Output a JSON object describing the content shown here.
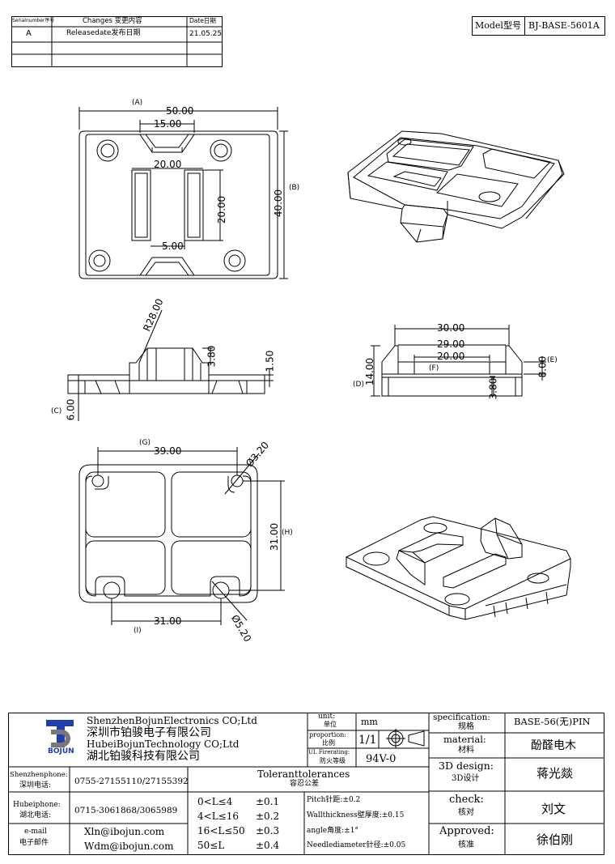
{
  "revision_table": {
    "headers": [
      "Serialnumber序号",
      "Changes 变更内容",
      "Date日期"
    ],
    "rows": [
      [
        "A",
        "Releasedate发布日期",
        "21.05.25"
      ],
      [
        "",
        "",
        ""
      ],
      [
        "",
        "",
        ""
      ]
    ]
  },
  "model": {
    "label": "Model型号",
    "value": "BJ-BASE-5601A"
  },
  "dimensions": {
    "top": {
      "A": "(A)",
      "d50": "50.00",
      "d15": "15.00",
      "d20h": "20.00",
      "d20v": "20.00",
      "d5": "5.00",
      "d40": "40.00",
      "B": "(B)"
    },
    "side": {
      "r28": "R28.00",
      "d380": "3.80",
      "d150": "1.50",
      "d600": "6.00",
      "C": "(C)"
    },
    "end": {
      "d30": "30.00",
      "d29": "29.00",
      "d20": "20.00",
      "F": "(F)",
      "d14": "14.00",
      "D": "(D)",
      "d8": "8.00",
      "E": "(E)",
      "d380": "3.80"
    },
    "bottom": {
      "G": "(G)",
      "d39": "39.00",
      "d320": "Ø3.20",
      "d31v": "31.00",
      "H": "(H)",
      "d31h": "31.00",
      "I": "(I)",
      "d520": "Ø5.20"
    }
  },
  "title_block": {
    "company_en1": "ShenzhenBojunElectronics CO;Ltd",
    "company_cn1": "深圳市铂骏电子有限公司",
    "company_en2": "HubeiBojunTechnology CO;Ltd",
    "company_cn2": "湖北铂骏科技有限公司",
    "logo_text": "BOJUN",
    "unit_label": "unit:",
    "unit_cn": "单位",
    "unit_value": "mm",
    "proportion_label": "proportion:",
    "proportion_cn": "比例",
    "proportion_value": "1/1",
    "ul_label": "UL Firerating:",
    "ul_cn": "防火等级",
    "ul_value": "94V-0",
    "spec_label": "specification:",
    "spec_cn": "规格",
    "spec_value": "BASE-56(无)PIN",
    "material_label": "material:",
    "material_cn": "材料",
    "material_value": "酚醛电木",
    "design_label": "3D design:",
    "design_cn": "3D设计",
    "design_value": "蒋光燚",
    "check_label": "check:",
    "check_cn": "核对",
    "check_value": "刘文",
    "approved_label": "Approved:",
    "approved_cn": "核准",
    "approved_value": "徐伯刚",
    "sz_phone_label": "Shenzhenphone:",
    "sz_phone_cn": "深圳电话:",
    "sz_phone_value": "0755-27155110/27155392",
    "hb_phone_label": "Hubeiphone:",
    "hb_phone_cn": "湖北电话:",
    "hb_phone_value": "0715-3061868/3065989",
    "email_label": "e-mail",
    "email_cn": "电子邮件",
    "email_value1": "Xln@ibojun.com",
    "email_value2": "Wdm@ibojun.com",
    "tol_title": "Toleranttolerances",
    "tol_cn": "容忍公差",
    "tol_rows": [
      [
        "0<L≤4",
        "±0.1"
      ],
      [
        "4<L≤16",
        "±0.2"
      ],
      [
        "16<L≤50",
        "±0.3"
      ],
      [
        "50≤L",
        "±0.4"
      ]
    ],
    "notes": [
      "Pitch针距:±0.2",
      "Wallthickness壁厚度:±0.15",
      "angle角度:±1°",
      "Needlediameter针径:±0.05"
    ]
  }
}
